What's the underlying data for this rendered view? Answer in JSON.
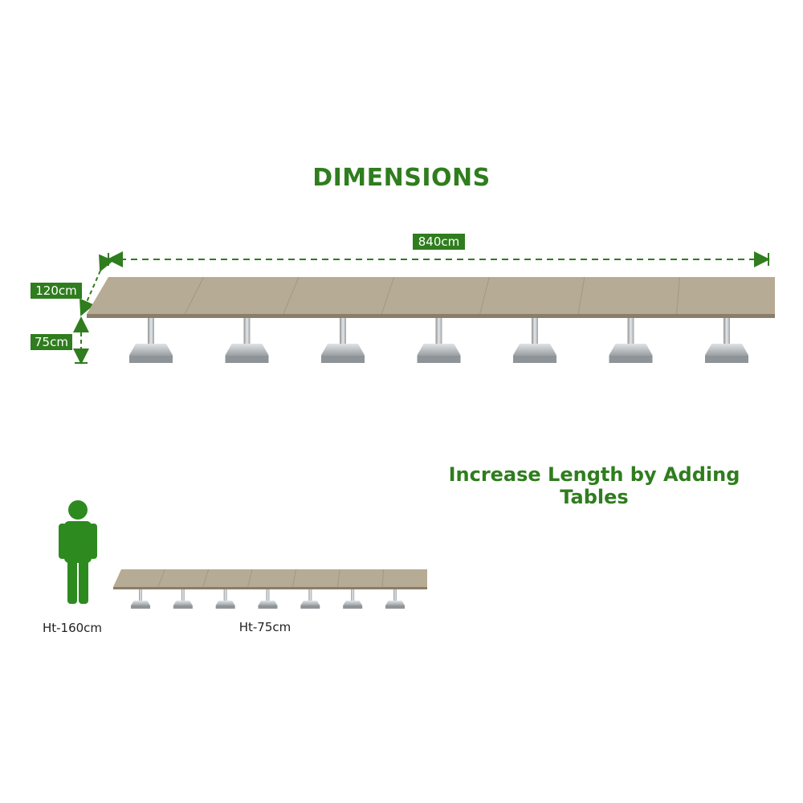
{
  "title": "DIMENSIONS",
  "subtitle": "Increase Length by Adding Tables",
  "dimensions": {
    "length": "840cm",
    "width": "120cm",
    "height": "75cm"
  },
  "comparison": {
    "person_height": "Ht-160cm",
    "table_height": "Ht-75cm"
  },
  "table_modules": 7,
  "colors": {
    "accent": "#2f7d1e",
    "tabletop": "#b6ab94",
    "tabletop_edge": "#8a7e69",
    "chrome": "#bfc3c7",
    "person": "#2d8a1f"
  }
}
